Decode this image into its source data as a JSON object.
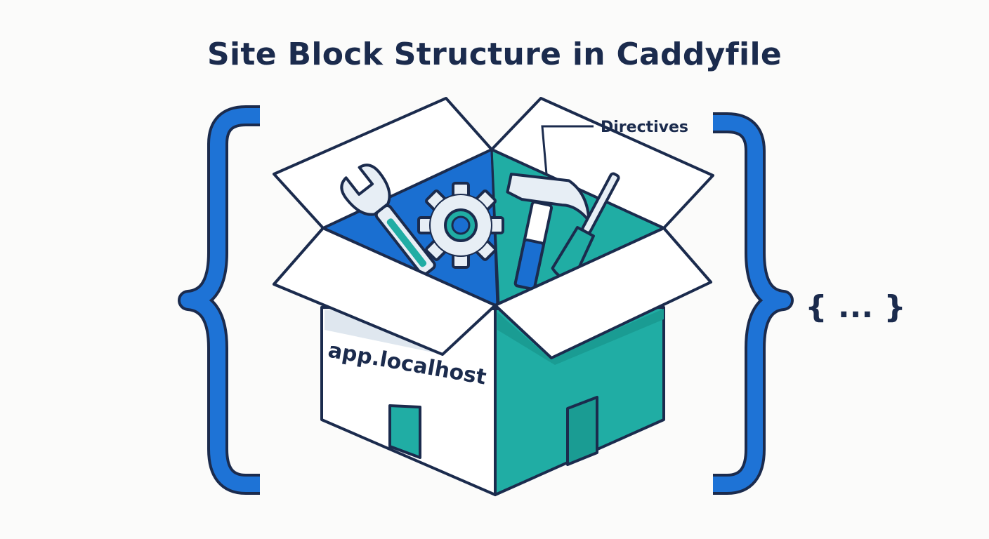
{
  "title": "Site Block Structure in Caddyfile",
  "callout": {
    "label": "Directives"
  },
  "box": {
    "site_address": "app.localhost"
  },
  "shorthand": {
    "text": "{ ... }"
  },
  "icons": [
    "wrench-icon",
    "gear-icon",
    "hammer-icon",
    "screwdriver-icon"
  ],
  "colors": {
    "brace_blue": "#1e73d6",
    "teal": "#20ada4",
    "navy_outline": "#1b2b4d",
    "inner_blue": "#1a6fd1",
    "box_white": "#ffffff"
  }
}
